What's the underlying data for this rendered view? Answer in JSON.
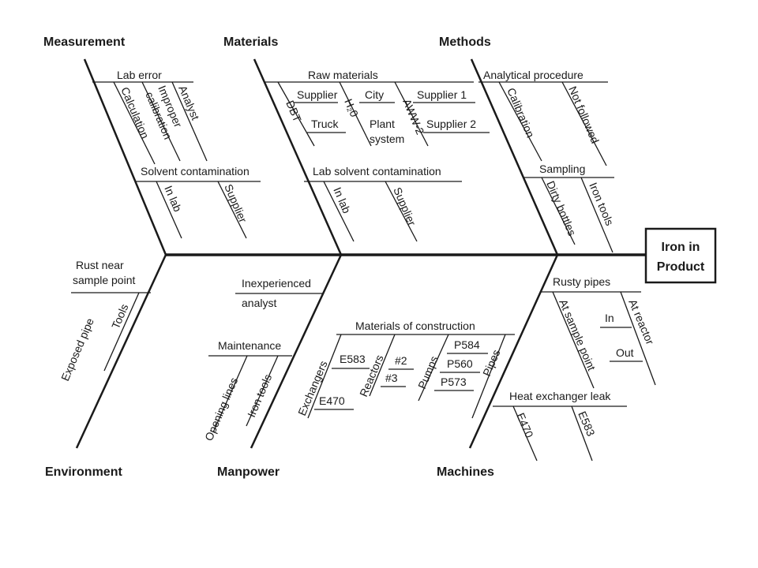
{
  "effect": {
    "line1": "Iron in",
    "line2": "Product"
  },
  "categories": {
    "measurement": "Measurement",
    "materials": "Materials",
    "methods": "Methods",
    "environment": "Environment",
    "manpower": "Manpower",
    "machines": "Machines"
  },
  "measurement": {
    "lab_error": "Lab error",
    "analyst": "Analyst",
    "improper": "Improper",
    "calibration": "calibration",
    "calculation": "Calculation",
    "solvent_contamination": "Solvent contamination",
    "in_lab": "In lab",
    "supplier": "Supplier"
  },
  "materials": {
    "raw_materials": "Raw materials",
    "supplier": "Supplier",
    "city": "City",
    "supplier_1": "Supplier 1",
    "supplier_2": "Supplier 2",
    "dbt": "DBT",
    "truck": "Truck",
    "h2o": "H₂0",
    "plant": "Plant",
    "system": "system",
    "aww2": "AWW-2",
    "lab_solvent_contamination": "Lab solvent contamination",
    "in_lab": "In lab",
    "supplier_b": "Supplier"
  },
  "methods": {
    "analytical_procedure": "Analytical procedure",
    "calibration": "Calibration",
    "not_followed": "Not followed",
    "sampling": "Sampling",
    "dirty_bottles": "Dirty bottles",
    "iron_tools": "Iron tools"
  },
  "environment": {
    "rust_near": "Rust near",
    "sample_point": "sample point",
    "exposed_pipe": "Exposed pipe",
    "tools": "Tools"
  },
  "manpower": {
    "inexperienced": "Inexperienced",
    "analyst": "analyst",
    "maintenance": "Maintenance",
    "opening_lines": "Opening lines",
    "iron_tools": "Iron tools"
  },
  "machines": {
    "materials_of_construction": "Materials of construction",
    "exchangers": "Exchangers",
    "e583": "E583",
    "e470": "E470",
    "reactors": "Reactors",
    "r2": "#2",
    "r3": "#3",
    "pumps": "Pumps",
    "p584": "P584",
    "p560": "P560",
    "p573": "P573",
    "pipes": "Pipes",
    "rusty_pipes": "Rusty pipes",
    "at_sample_point": "At sample point",
    "at_reactor": "At reactor",
    "in": "In",
    "out": "Out",
    "heat_exchanger_leak": "Heat exchanger leak",
    "hx_e470": "E470",
    "hx_e583": "E583"
  }
}
